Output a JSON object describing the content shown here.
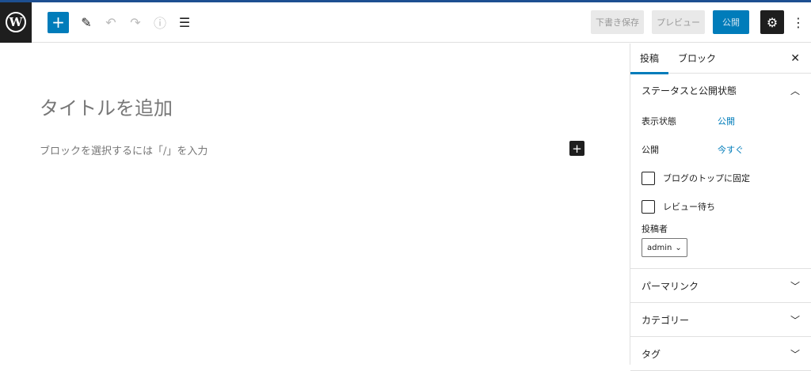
{
  "toolbar": {
    "logo": "W",
    "add": "+",
    "save_draft": "下書き保存",
    "preview": "プレビュー",
    "publish": "公開",
    "settings": "⚙",
    "more": "⋮"
  },
  "editor": {
    "title_placeholder": "タイトルを追加",
    "block_placeholder": "ブロックを選択するには「/」を入力",
    "add_block": "+"
  },
  "sidebar": {
    "tabs": [
      "投稿",
      "ブロック"
    ],
    "close": "✕",
    "status": {
      "title": "ステータスと公開状態",
      "visibility_label": "表示状態",
      "visibility_value": "公開",
      "publish_label": "公開",
      "publish_value": "今すぐ",
      "sticky": "ブログのトップに固定",
      "pending": "レビュー待ち",
      "author_label": "投稿者",
      "author_value": "admin"
    },
    "panels": [
      "パーマリンク",
      "カテゴリー",
      "タグ"
    ]
  }
}
